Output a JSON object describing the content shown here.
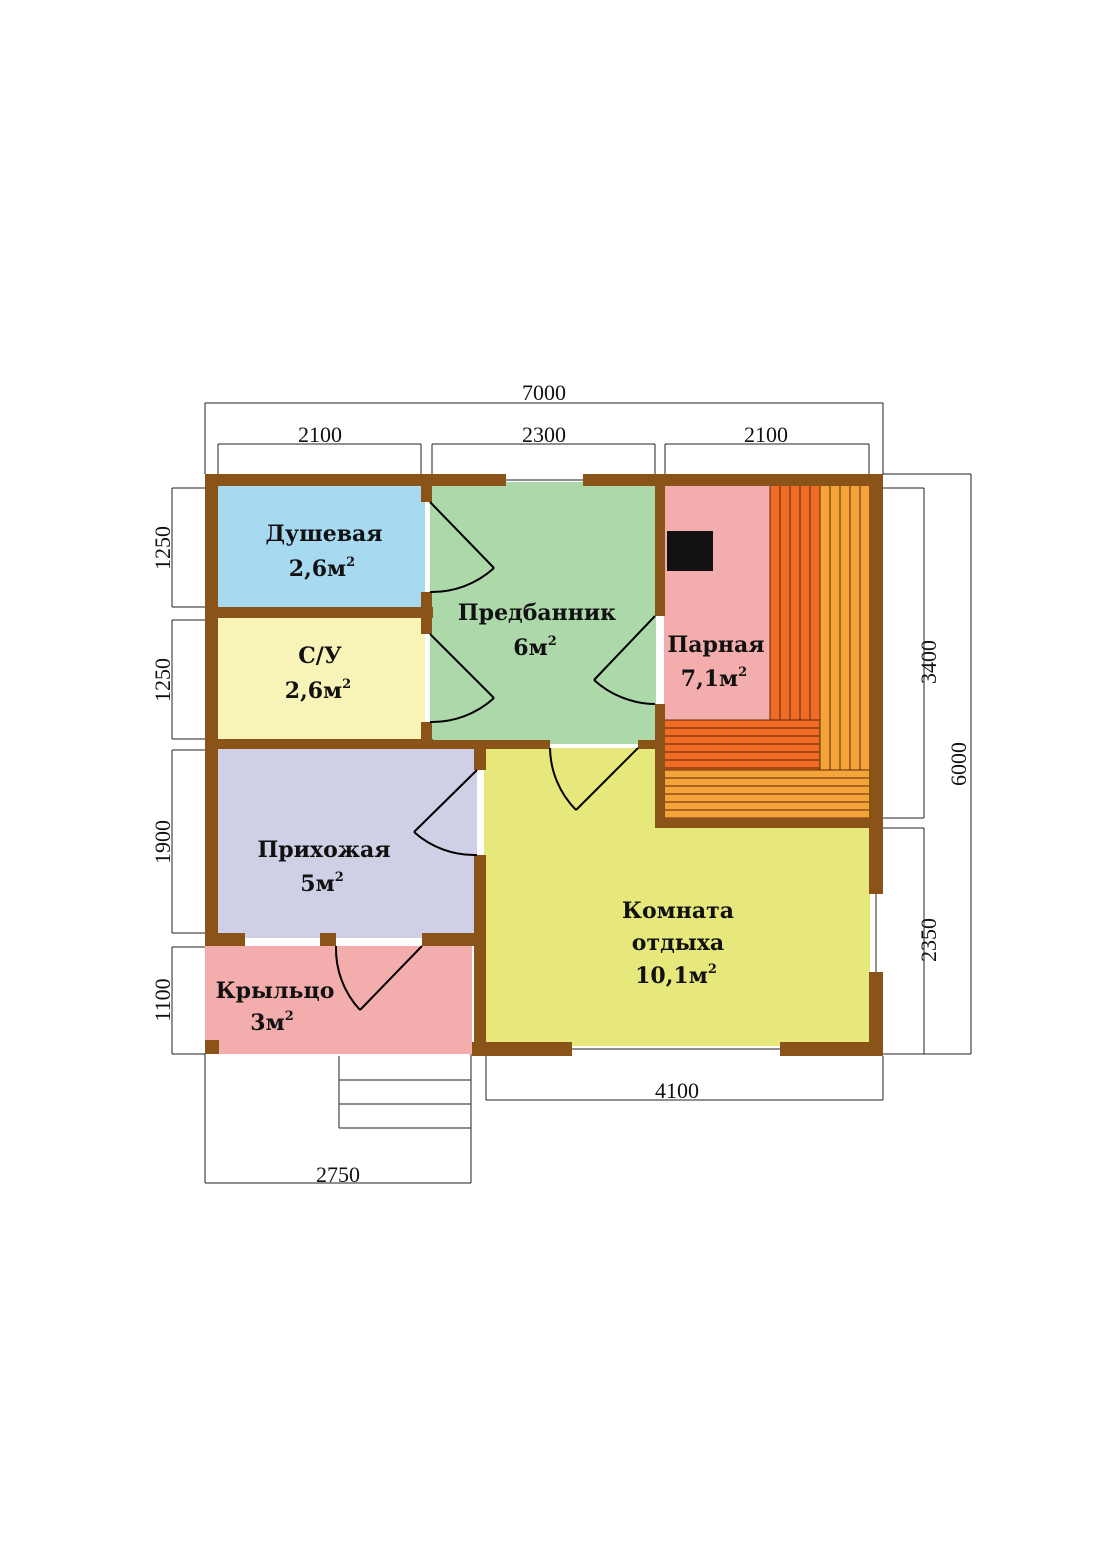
{
  "colors": {
    "wall": "#8a5318",
    "shower": "#a7daf1",
    "wc": "#f8f4b8",
    "anteroom": "#acd8aa",
    "steam": "#f4adad",
    "hallway": "#cfcfe6",
    "rest": "#e6e87c",
    "porch": "#f4adad",
    "bench_dark": "#f06b25",
    "bench_light": "#f5a43a",
    "stove": "#111111"
  },
  "rooms": {
    "shower": {
      "name": "Душевая",
      "area": "2,6м",
      "sup": "2"
    },
    "wc": {
      "name": "С/У",
      "area": "2,6м",
      "sup": "2"
    },
    "anteroom": {
      "name": "Предбанник",
      "area": "6м",
      "sup": "2"
    },
    "steam": {
      "name": "Парная",
      "area": "7,1м",
      "sup": "2"
    },
    "hallway": {
      "name": "Прихожая",
      "area": "5м",
      "sup": "2"
    },
    "rest": {
      "name1": "Комната",
      "name2": "отдыха",
      "area": "10,1м",
      "sup": "2"
    },
    "porch": {
      "name": "Крыльцо",
      "area": "3м",
      "sup": "2"
    }
  },
  "dimensions": {
    "total_width": "7000",
    "top_left": "2100",
    "top_mid": "2300",
    "top_right": "2100",
    "left_1": "1250",
    "left_2": "1250",
    "left_3": "1900",
    "left_4": "1100",
    "right_1": "3400",
    "right_2": "2350",
    "total_height": "6000",
    "bottom_rest": "4100",
    "bottom_porch": "2750"
  }
}
